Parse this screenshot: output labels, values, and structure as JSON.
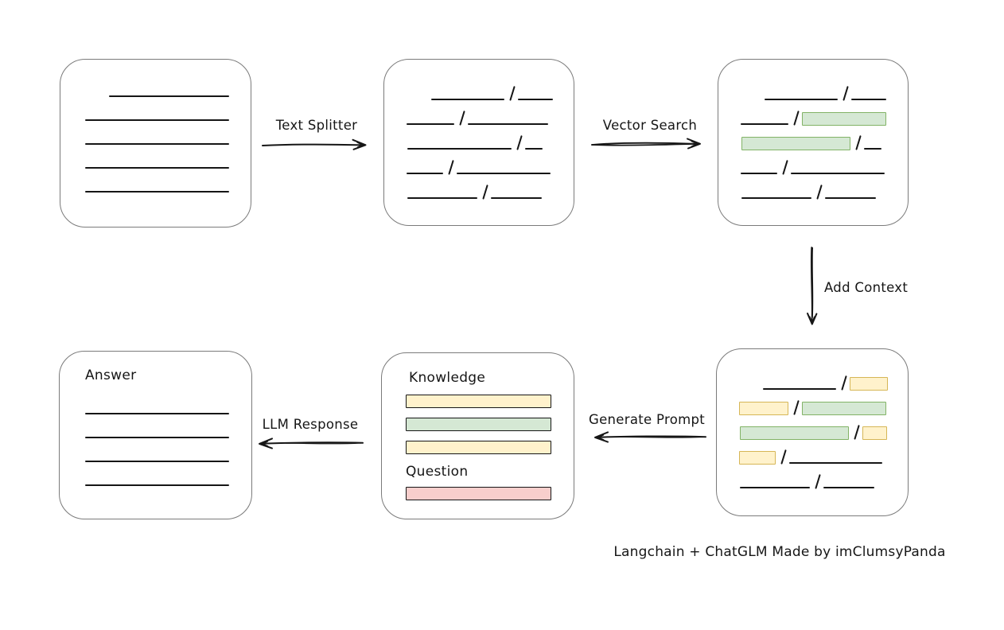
{
  "colors": {
    "background": "#ffffff",
    "ink": "#161616",
    "box_border": "#7b7b7b",
    "green_fill": "#d5e8d4",
    "green_border": "#82b366",
    "yellow_fill": "#fff2cc",
    "yellow_border": "#d6b656",
    "red_fill": "#f8cecc",
    "red_border": "#b85450"
  },
  "labels": {
    "text_splitter": "Text Splitter",
    "vector_search": "Vector Search",
    "add_context": "Add Context",
    "generate_prompt": "Generate Prompt",
    "llm_response": "LLM Response",
    "knowledge": "Knowledge",
    "question": "Question",
    "answer": "Answer",
    "footer": "Langchain + ChatGLM Made by imClumsyPanda"
  },
  "document_box": {
    "lines": [
      {
        "indent": 30,
        "w": 151
      },
      {
        "indent": 0,
        "w": 181
      },
      {
        "indent": 0,
        "w": 181
      },
      {
        "indent": 0,
        "w": 181
      },
      {
        "indent": 0,
        "w": 181
      }
    ]
  },
  "split_box": {
    "rows": [
      {
        "indent": 31,
        "segs": [
          {
            "t": "line",
            "w": 92
          },
          {
            "t": "slash"
          },
          {
            "t": "line",
            "w": 44
          }
        ]
      },
      {
        "indent": 0,
        "segs": [
          {
            "t": "line",
            "w": 60
          },
          {
            "t": "slash"
          },
          {
            "t": "line",
            "w": 101
          }
        ]
      },
      {
        "indent": 1,
        "segs": [
          {
            "t": "line",
            "w": 131
          },
          {
            "t": "slash"
          },
          {
            "t": "line",
            "w": 22
          }
        ]
      },
      {
        "indent": 0,
        "segs": [
          {
            "t": "line",
            "w": 46
          },
          {
            "t": "slash"
          },
          {
            "t": "line",
            "w": 118
          }
        ]
      },
      {
        "indent": 1,
        "segs": [
          {
            "t": "line",
            "w": 88
          },
          {
            "t": "slash"
          },
          {
            "t": "line",
            "w": 64
          }
        ]
      }
    ]
  },
  "vector_box": {
    "rows": [
      {
        "indent": 30,
        "segs": [
          {
            "t": "line",
            "w": 92
          },
          {
            "t": "slash"
          },
          {
            "t": "line",
            "w": 44
          }
        ]
      },
      {
        "indent": 0,
        "segs": [
          {
            "t": "line",
            "w": 60
          },
          {
            "t": "slash"
          },
          {
            "t": "green",
            "w": 104
          }
        ]
      },
      {
        "indent": 1,
        "segs": [
          {
            "t": "green",
            "w": 135
          },
          {
            "t": "slash"
          },
          {
            "t": "line",
            "w": 22
          }
        ]
      },
      {
        "indent": 0,
        "segs": [
          {
            "t": "line",
            "w": 46
          },
          {
            "t": "slash"
          },
          {
            "t": "line",
            "w": 118
          }
        ]
      },
      {
        "indent": 1,
        "segs": [
          {
            "t": "line",
            "w": 88
          },
          {
            "t": "slash"
          },
          {
            "t": "line",
            "w": 64
          }
        ]
      }
    ]
  },
  "context_box": {
    "rows": [
      {
        "indent": 30,
        "segs": [
          {
            "t": "line",
            "w": 92
          },
          {
            "t": "slash"
          },
          {
            "t": "yellow",
            "w": 46
          }
        ]
      },
      {
        "indent": 0,
        "segs": [
          {
            "t": "yellow",
            "w": 60
          },
          {
            "t": "slash"
          },
          {
            "t": "green",
            "w": 104
          }
        ]
      },
      {
        "indent": 1,
        "segs": [
          {
            "t": "green",
            "w": 135
          },
          {
            "t": "slash"
          },
          {
            "t": "yellow",
            "w": 29
          }
        ]
      },
      {
        "indent": 0,
        "segs": [
          {
            "t": "yellow",
            "w": 44
          },
          {
            "t": "slash"
          },
          {
            "t": "line",
            "w": 117
          }
        ]
      },
      {
        "indent": 1,
        "segs": [
          {
            "t": "line",
            "w": 88
          },
          {
            "t": "slash"
          },
          {
            "t": "line",
            "w": 64
          }
        ]
      }
    ]
  },
  "prompt_box": {
    "knowledge_bars": [
      {
        "c": "yellow",
        "w": 181
      },
      {
        "c": "green",
        "w": 181
      },
      {
        "c": "yellow",
        "w": 181
      }
    ],
    "question_bars": [
      {
        "c": "red",
        "w": 181
      }
    ]
  },
  "answer_box": {
    "lines": [
      {
        "indent": 0,
        "w": 181
      },
      {
        "indent": 0,
        "w": 181
      },
      {
        "indent": 0,
        "w": 181
      },
      {
        "indent": 0,
        "w": 181
      }
    ]
  }
}
